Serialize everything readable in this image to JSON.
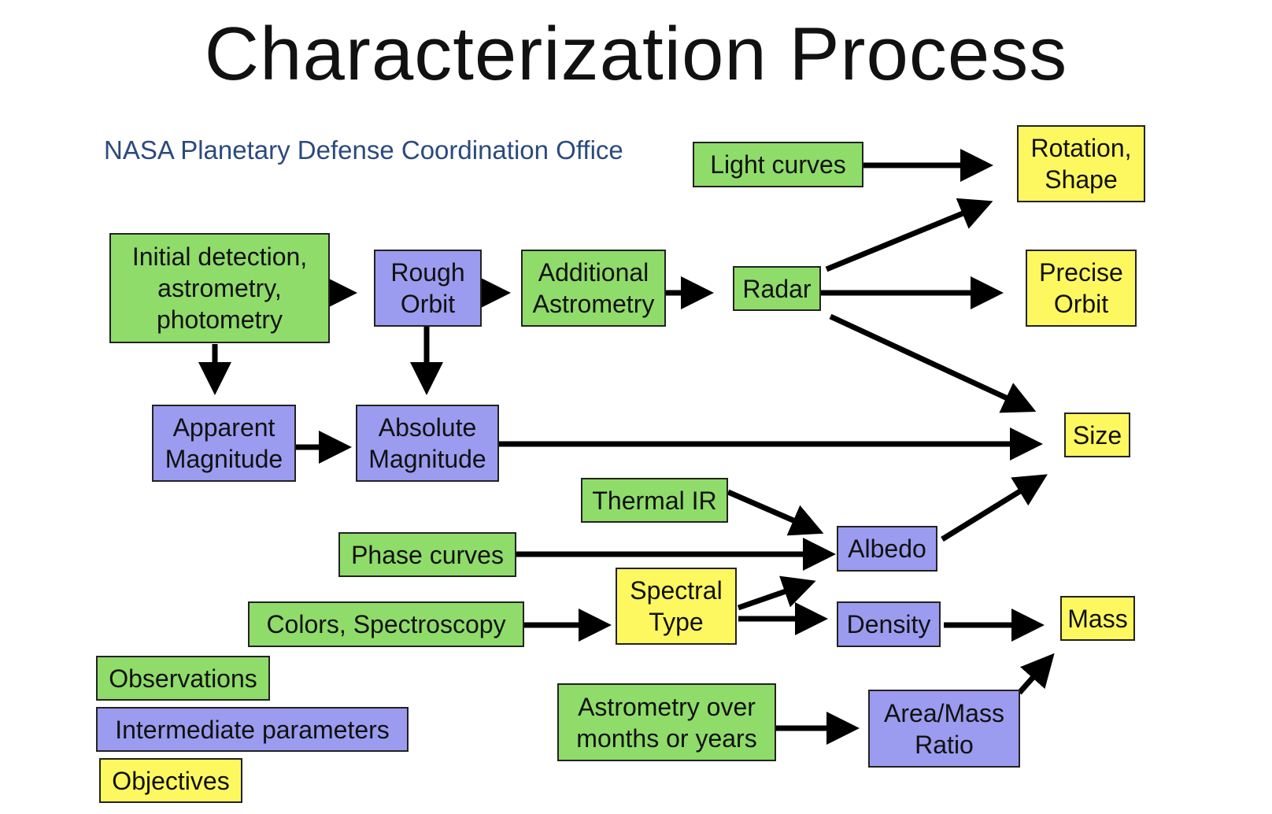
{
  "title": "Characterization Process",
  "subtitle": "NASA Planetary Defense Coordination Office",
  "colors": {
    "observation": "#8fdc6a",
    "intermediate": "#9b9bef",
    "objective": "#fdf85f"
  },
  "nodes": {
    "initial": "Initial detection,\nastrometry,\nphotometry",
    "rough_orbit": "Rough\nOrbit",
    "additional_astrometry": "Additional\nAstrometry",
    "radar": "Radar",
    "light_curves": "Light curves",
    "rotation_shape": "Rotation,\nShape",
    "precise_orbit": "Precise\nOrbit",
    "apparent_magnitude": "Apparent\nMagnitude",
    "absolute_magnitude": "Absolute\nMagnitude",
    "size": "Size",
    "thermal_ir": "Thermal IR",
    "phase_curves": "Phase curves",
    "albedo": "Albedo",
    "colors_spectroscopy": "Colors, Spectroscopy",
    "spectral_type": "Spectral\nType",
    "density": "Density",
    "mass": "Mass",
    "astrometry_over_time": "Astrometry over\nmonths or years",
    "area_mass_ratio": "Area/Mass\nRatio"
  },
  "legend": {
    "observations": "Observations",
    "intermediate": "Intermediate parameters",
    "objectives": "Objectives"
  },
  "edges": [
    [
      "initial",
      "rough_orbit"
    ],
    [
      "rough_orbit",
      "additional_astrometry"
    ],
    [
      "additional_astrometry",
      "radar"
    ],
    [
      "light_curves",
      "rotation_shape"
    ],
    [
      "radar",
      "rotation_shape"
    ],
    [
      "radar",
      "precise_orbit"
    ],
    [
      "radar",
      "size"
    ],
    [
      "initial",
      "apparent_magnitude"
    ],
    [
      "rough_orbit",
      "absolute_magnitude"
    ],
    [
      "apparent_magnitude",
      "absolute_magnitude"
    ],
    [
      "absolute_magnitude",
      "size"
    ],
    [
      "thermal_ir",
      "albedo"
    ],
    [
      "phase_curves",
      "albedo"
    ],
    [
      "albedo",
      "size"
    ],
    [
      "colors_spectroscopy",
      "spectral_type"
    ],
    [
      "spectral_type",
      "albedo"
    ],
    [
      "spectral_type",
      "density"
    ],
    [
      "density",
      "mass"
    ],
    [
      "astrometry_over_time",
      "area_mass_ratio"
    ],
    [
      "area_mass_ratio",
      "mass"
    ]
  ]
}
